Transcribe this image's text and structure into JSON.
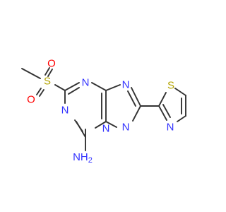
{
  "molecule": {
    "atoms": {
      "n1": "N",
      "n2": "N",
      "n3": "N",
      "n4": "N",
      "n5": "N",
      "n6": "N",
      "s_sulfonyl": "S",
      "o_upper": "O",
      "o_lower": "O",
      "s_thiazole": "S",
      "n_amine": "NH"
    },
    "subscripts": {
      "n_amine": "2"
    }
  },
  "colors": {
    "carbon": "#333333",
    "nitrogen": "#3333ff",
    "oxygen": "#ff0000",
    "sulfur": "#b3a300"
  }
}
